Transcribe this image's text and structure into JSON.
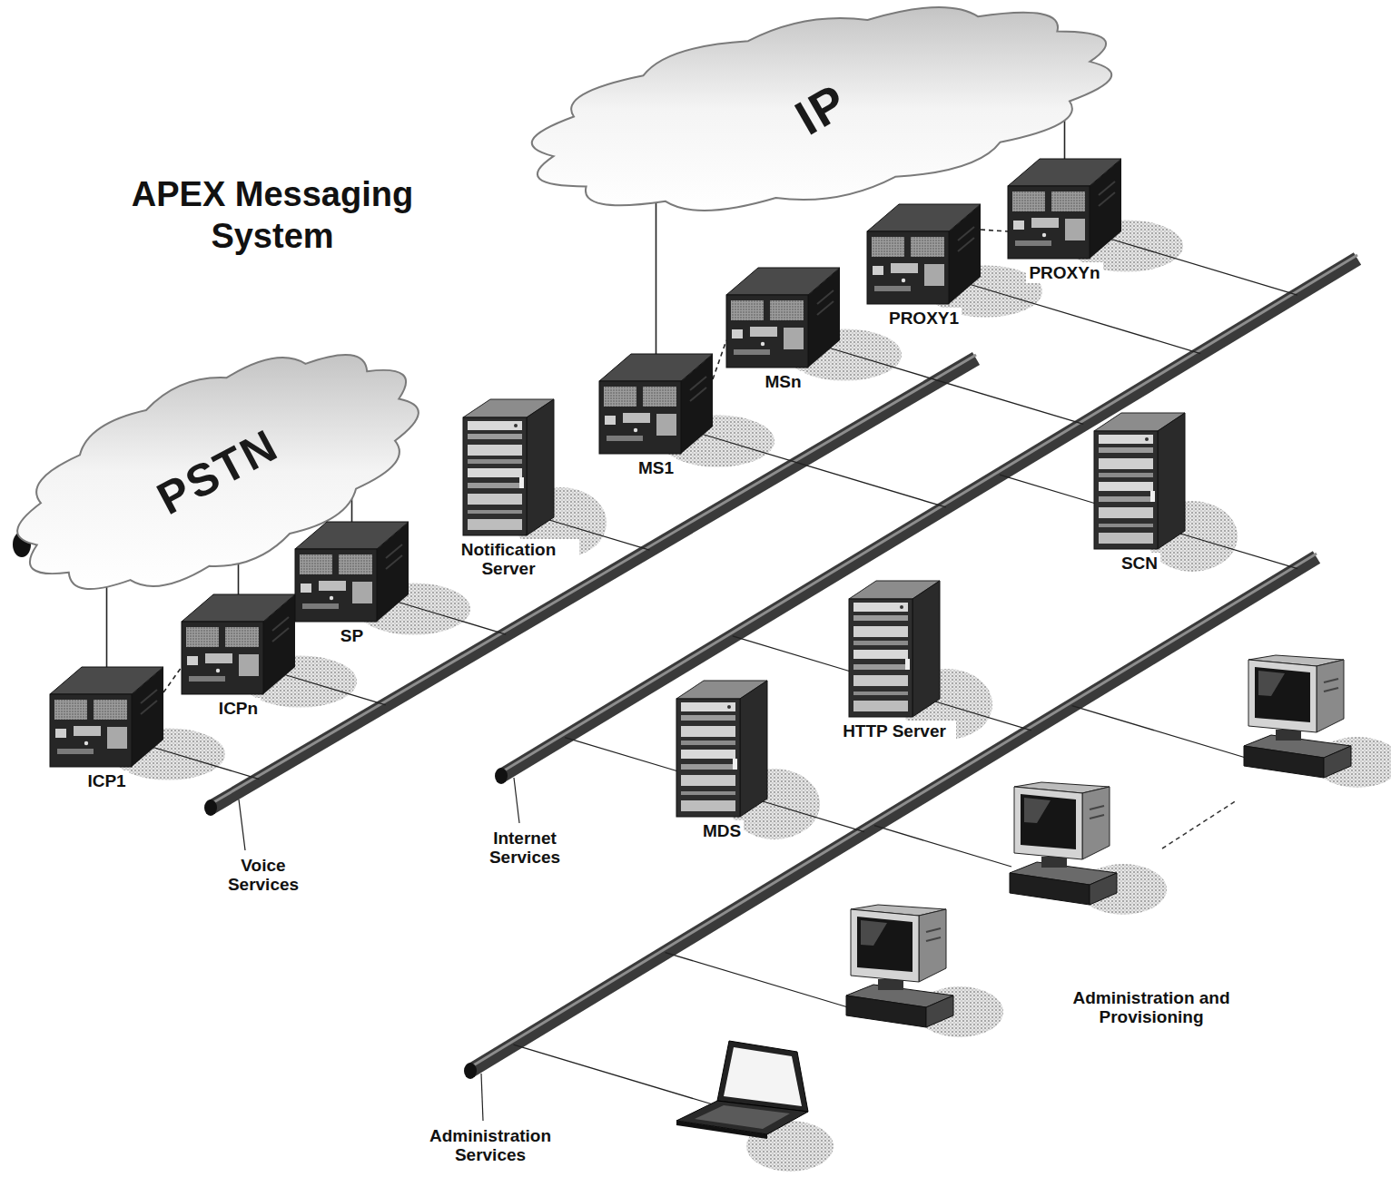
{
  "diagram": {
    "title": "APEX Messaging System",
    "nodes": [
      {
        "text": [
          "PSTN"
        ]
      },
      {
        "text": [
          "IP"
        ]
      },
      {
        "text": [
          "ICP1"
        ]
      },
      {
        "text": [
          "ICPn"
        ]
      },
      {
        "text": [
          "SP"
        ]
      },
      {
        "text": [
          "Notification Server"
        ]
      },
      {
        "text": [
          "MS1"
        ]
      },
      {
        "text": [
          "MSn"
        ]
      },
      {
        "text": [
          "PROXY1"
        ]
      },
      {
        "text": [
          "PROXYn"
        ]
      },
      {
        "text": [
          "SCN"
        ]
      },
      {
        "text": [
          "HTTP Server"
        ]
      },
      {
        "text": [
          "MDS"
        ]
      }
    ],
    "edges": [
      {
        "from": 0,
        "to": 2,
        "arrow": "none"
      },
      {
        "from": 0,
        "to": 3,
        "arrow": "none"
      },
      {
        "from": 0,
        "to": 4,
        "arrow": "none"
      },
      {
        "from": 1,
        "to": 6,
        "arrow": "none"
      },
      {
        "from": 1,
        "to": 9,
        "arrow": "none"
      },
      {
        "from": 2,
        "to": 3,
        "arrow": "none"
      },
      {
        "from": 6,
        "to": 7,
        "arrow": "none"
      },
      {
        "from": 8,
        "to": 9,
        "arrow": "none"
      }
    ],
    "labels": [
      "Voice Services",
      "Internet Services",
      "Administration Services",
      "Administration and Provisioning"
    ]
  }
}
